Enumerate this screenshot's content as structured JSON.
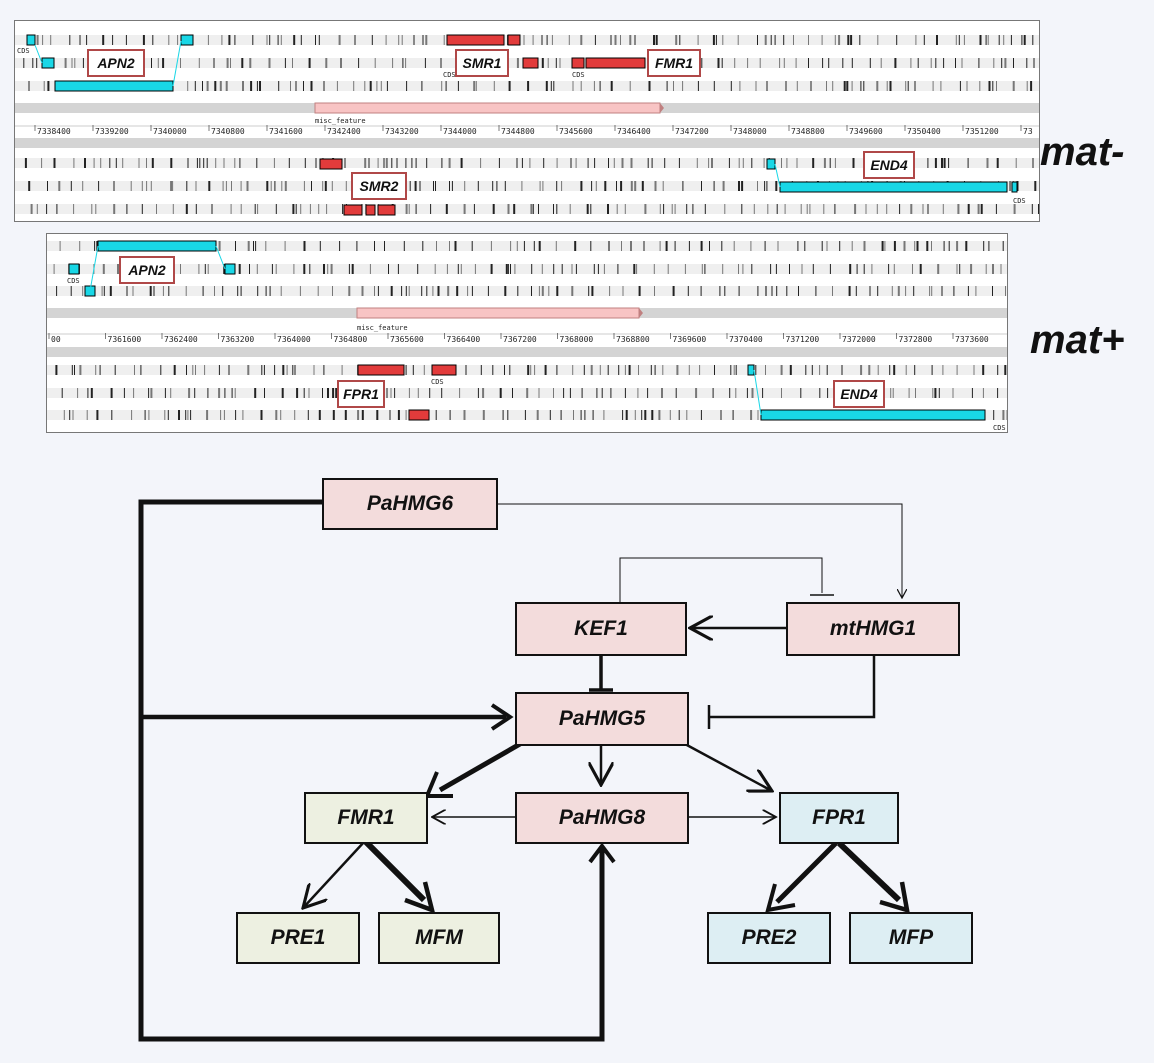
{
  "mat_minus": {
    "label": "mat-",
    "ticks": [
      "7338400",
      "7339200",
      "7340000",
      "7340800",
      "7341600",
      "7342400",
      "7343200",
      "7344000",
      "7344800",
      "7345600",
      "7346400",
      "7347200",
      "7348000",
      "7348800",
      "7349600",
      "7350400",
      "7351200",
      "73"
    ],
    "misc_feature": "misc_feature",
    "cds": "CDS",
    "genes": [
      "APN2",
      "SMR1",
      "FMR1",
      "SMR2",
      "END4"
    ]
  },
  "mat_plus": {
    "label": "mat+",
    "ticks": [
      "00",
      "7361600",
      "7362400",
      "7363200",
      "7364000",
      "7364800",
      "7365600",
      "7366400",
      "7367200",
      "7368000",
      "7368800",
      "7369600",
      "7370400",
      "7371200",
      "7372000",
      "7372800",
      "7373600"
    ],
    "misc_feature": "misc_feature",
    "cds": "CDS",
    "genes": [
      "APN2",
      "FPR1",
      "END4"
    ]
  },
  "network": {
    "pahmg6": "PaHMG6",
    "kef1": "KEF1",
    "mthmg1": "mtHMG1",
    "pahmg5": "PaHMG5",
    "fmr1": "FMR1",
    "pahmg8": "PaHMG8",
    "fpr1": "FPR1",
    "pre1": "PRE1",
    "mfm": "MFM",
    "pre2": "PRE2",
    "mfp": "MFP"
  },
  "colors": {
    "cyan_feature": "#19d7e6",
    "red_feature": "#e23b3b",
    "misc_feature": "#f8c4c4",
    "pink_node": "#f3dcdc",
    "green_node": "#edf0e1",
    "blue_node": "#ddeef3"
  }
}
